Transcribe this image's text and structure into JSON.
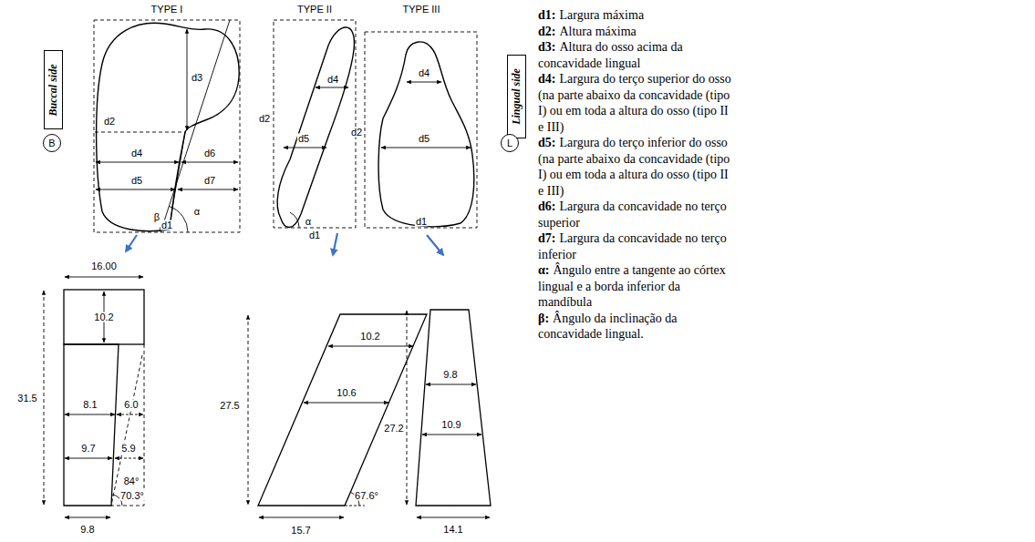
{
  "diagram": {
    "nodes": [
      {
        "text": [
          "Buccal side"
        ]
      },
      {
        "text": [
          "B"
        ]
      },
      {
        "text": [
          "Lingual side"
        ]
      },
      {
        "text": [
          "L"
        ]
      }
    ],
    "labels": [
      "TYPE I",
      "TYPE II",
      "TYPE III",
      "d3",
      "d2",
      "d4",
      "d6",
      "d5",
      "d7",
      "β",
      "α",
      "d1",
      "d2",
      "d4",
      "d5",
      "α",
      "d1",
      "d2",
      "d4",
      "d5",
      "d1",
      "16.00",
      "10.2",
      "31.5",
      "8.1",
      "6.0",
      "9.7",
      "5.9",
      "84°",
      "70.3°",
      "9.8",
      "10.2",
      "10.6",
      "27.5",
      "67.6°",
      "15.7",
      "27.2",
      "9.8",
      "10.9",
      "14.1",
      "d1:",
      "Largura máxima",
      "d2:",
      "Altura máxima",
      "d3:",
      "Altura do osso acima da concavidade lingual",
      "d4:",
      "Largura do terço superior do osso (na parte abaixo da concavidade (tipo I) ou em toda a altura do osso (tipo II e III)",
      "d5:",
      "Largura do terço inferior do osso (na parte abaixo da concavidade (tipo I) ou em toda a altura do osso (tipo II e III)",
      "d6:",
      "Largura da concavidade no terço superior",
      "d7:",
      "Largura da concavidade no terço inferior",
      "α:",
      "Ângulo entre a tangente ao córtex lingual e a borda inferior da mandíbula",
      "β:",
      "Ângulo da inclinação da concavidade lingual."
    ]
  }
}
